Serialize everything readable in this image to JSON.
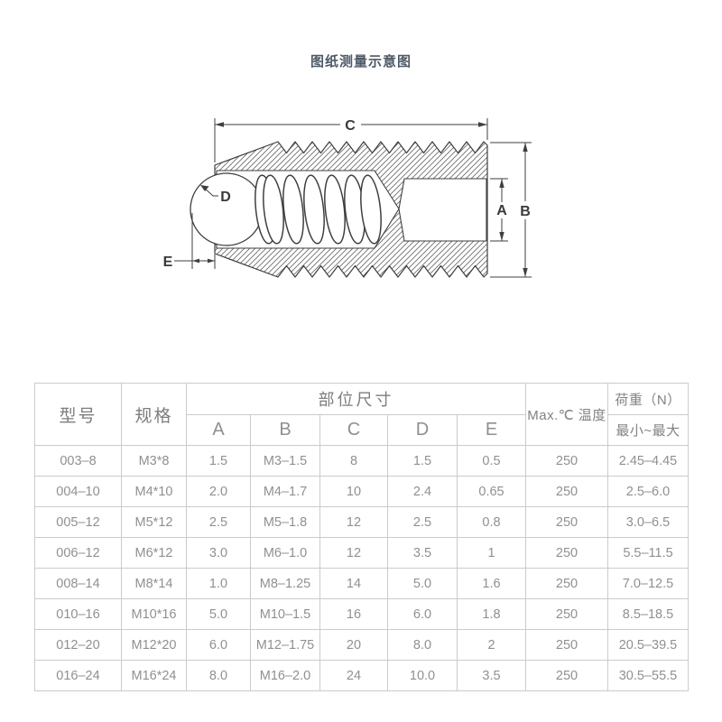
{
  "page": {
    "title": "图纸测量示意图"
  },
  "diagram": {
    "dim_labels": {
      "a": "A",
      "b": "B",
      "c": "C",
      "d": "D",
      "e": "E"
    }
  },
  "table": {
    "headers": {
      "model": "型号",
      "spec": "规格",
      "dims_group": "部位尺寸",
      "dim_cols": [
        "A",
        "B",
        "C",
        "D",
        "E"
      ],
      "max_temp": "Max.℃ 温度",
      "load": "荷重（N）",
      "load_range": "最小~最大"
    },
    "rows": [
      [
        "003–8",
        "M3*8",
        "1.5",
        "M3–1.5",
        "8",
        "1.5",
        "0.5",
        "250",
        "2.45–4.45"
      ],
      [
        "004–10",
        "M4*10",
        "2.0",
        "M4–1.7",
        "10",
        "2.4",
        "0.65",
        "250",
        "2.5–6.0"
      ],
      [
        "005–12",
        "M5*12",
        "2.5",
        "M5–1.8",
        "12",
        "2.5",
        "0.8",
        "250",
        "3.0–6.5"
      ],
      [
        "006–12",
        "M6*12",
        "3.0",
        "M6–1.0",
        "12",
        "3.5",
        "1",
        "250",
        "5.5–11.5"
      ],
      [
        "008–14",
        "M8*14",
        "1.0",
        "M8–1.25",
        "14",
        "5.0",
        "1.6",
        "250",
        "7.0–12.5"
      ],
      [
        "010–16",
        "M10*16",
        "5.0",
        "M10–1.5",
        "16",
        "6.0",
        "1.8",
        "250",
        "8.5–18.5"
      ],
      [
        "012–20",
        "M12*20",
        "6.0",
        "M12–1.75",
        "20",
        "8.0",
        "2",
        "250",
        "20.5–39.5"
      ],
      [
        "016–24",
        "M16*24",
        "8.0",
        "M16–2.0",
        "24",
        "10.0",
        "3.5",
        "250",
        "30.5–55.5"
      ]
    ]
  }
}
